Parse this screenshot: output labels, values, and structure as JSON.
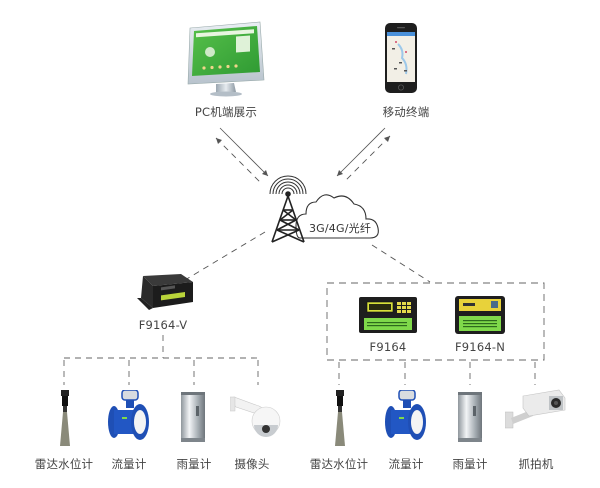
{
  "top": {
    "pc": {
      "label": "PC机端展示"
    },
    "mobile": {
      "label": "移动终端"
    }
  },
  "network": {
    "label": "3G/4G/光纤"
  },
  "controllers": {
    "left": {
      "label": "F9164-V"
    },
    "right": [
      {
        "label": "F9164"
      },
      {
        "label": "F9164-N"
      }
    ]
  },
  "devices": {
    "left": [
      {
        "label": "雷达水位计",
        "icon": "radar-level-gauge-icon"
      },
      {
        "label": "流量计",
        "icon": "flowmeter-icon"
      },
      {
        "label": "雨量计",
        "icon": "rain-gauge-icon"
      },
      {
        "label": "摄像头",
        "icon": "dome-camera-icon"
      }
    ],
    "right": [
      {
        "label": "雷达水位计",
        "icon": "radar-level-gauge-icon"
      },
      {
        "label": "流量计",
        "icon": "flowmeter-icon"
      },
      {
        "label": "雨量计",
        "icon": "rain-gauge-icon"
      },
      {
        "label": "抓拍机",
        "icon": "box-camera-icon"
      }
    ]
  },
  "colors": {
    "line": "#555555",
    "text": "#444444",
    "screen_green": "#3aa83a",
    "device_green": "#7fd94a",
    "device_yellow": "#e8d23a",
    "flowmeter_blue": "#1f4fb5"
  }
}
